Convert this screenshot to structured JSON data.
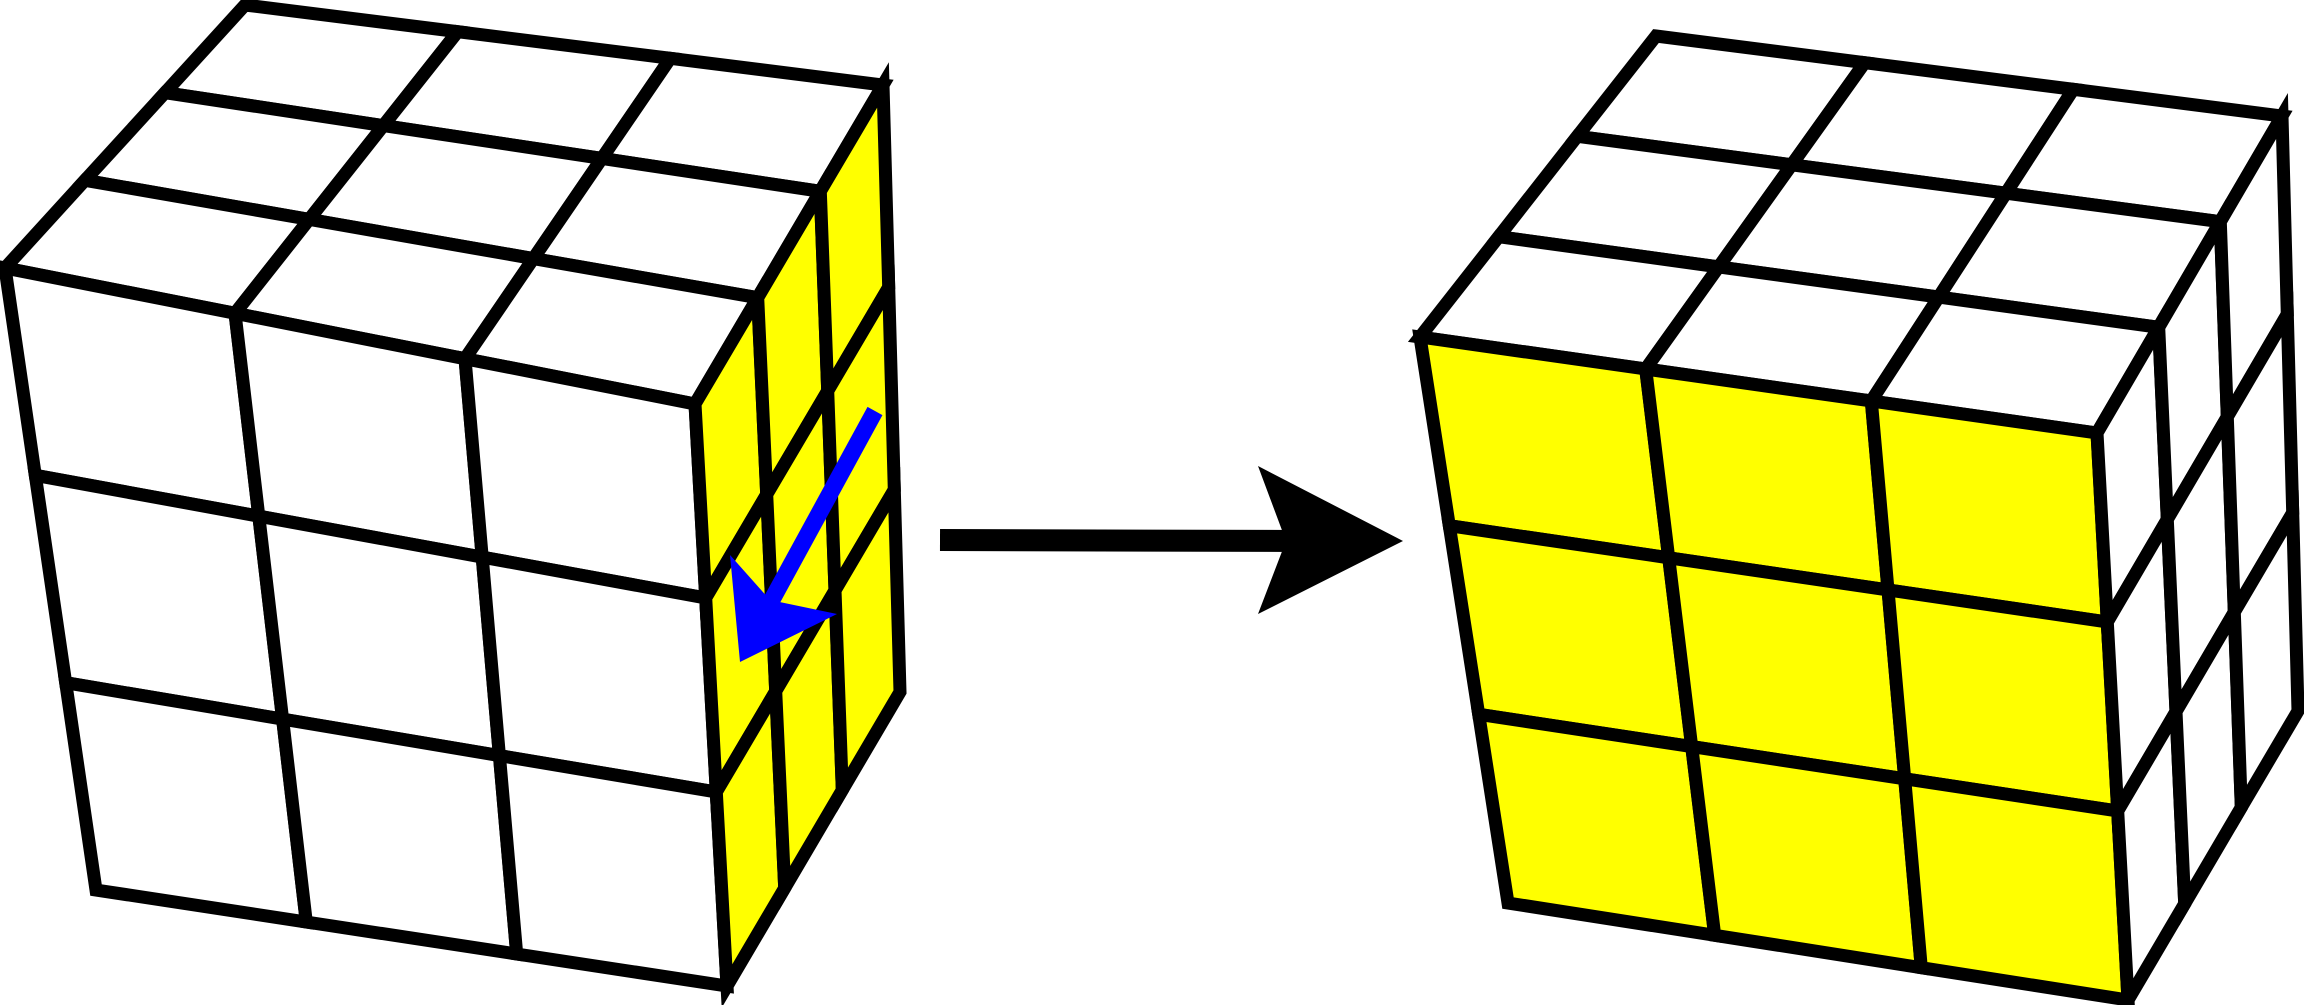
{
  "colors": {
    "background": "#ffffff",
    "outline": "#000000",
    "sticker_yellow": "#ffff00",
    "sticker_white": "#ffffff",
    "rotation_arrow": "#0000ff",
    "transition_arrow": "#000000"
  },
  "before_cube": {
    "top_face": [
      [
        "white",
        "white",
        "white"
      ],
      [
        "white",
        "white",
        "white"
      ],
      [
        "white",
        "white",
        "white"
      ]
    ],
    "front_face": [
      [
        "white",
        "white",
        "white"
      ],
      [
        "white",
        "white",
        "white"
      ],
      [
        "white",
        "white",
        "white"
      ]
    ],
    "right_face": [
      [
        "yellow",
        "yellow",
        "yellow"
      ],
      [
        "yellow",
        "yellow",
        "yellow"
      ],
      [
        "yellow",
        "yellow",
        "yellow"
      ]
    ],
    "rotation_hint": {
      "icon": "arrow-down-left-icon",
      "color": "blue"
    }
  },
  "transition": {
    "icon": "arrow-right-icon"
  },
  "after_cube": {
    "top_face": [
      [
        "white",
        "white",
        "white"
      ],
      [
        "white",
        "white",
        "white"
      ],
      [
        "white",
        "white",
        "white"
      ]
    ],
    "front_face": [
      [
        "yellow",
        "yellow",
        "yellow"
      ],
      [
        "yellow",
        "yellow",
        "yellow"
      ],
      [
        "yellow",
        "yellow",
        "yellow"
      ]
    ],
    "right_face": [
      [
        "white",
        "white",
        "white"
      ],
      [
        "white",
        "white",
        "white"
      ],
      [
        "white",
        "white",
        "white"
      ]
    ]
  }
}
